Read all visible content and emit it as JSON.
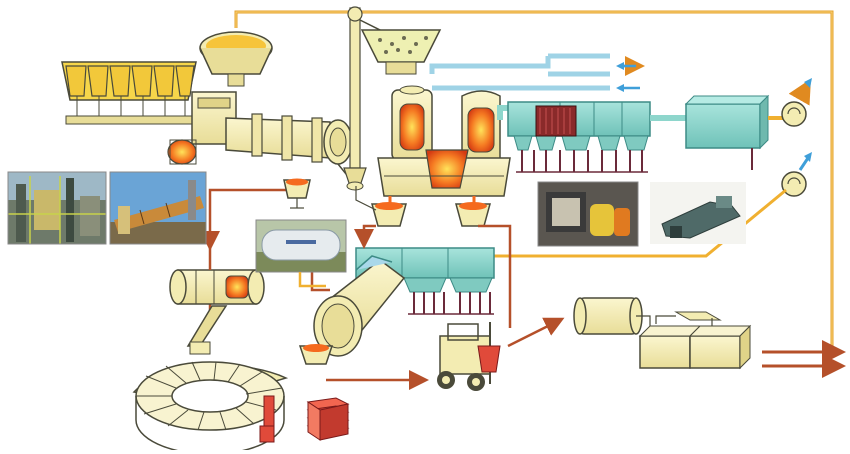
{
  "diagram": {
    "colors": {
      "background": "#ffffff",
      "pipe": "#f0b030",
      "pipe_edge": "#a06a10",
      "return_line": "#b5502a",
      "equipment_cream": "#f3ecb2",
      "equipment_outline": "#4a4a3a",
      "molten": "#f25a1c",
      "molten_glow": "#ffd23a",
      "hopper_yellow": "#f6d64a",
      "filter_teal": "#8ed6cc",
      "filter_edge": "#3d8b86",
      "duct_blue": "#a9d8ea",
      "fan_blue": "#3f9fd9",
      "mold_red": "#e04a3a"
    },
    "icons": [
      "furnace-icon",
      "ladle-icon",
      "hopper-icon",
      "rotary-kiln-icon",
      "baghouse-filter-icon",
      "exhaust-fan-icon",
      "gas-tank-icon",
      "forklift-icon",
      "casting-wheel-icon",
      "settling-tank-icon"
    ],
    "photos": [
      "plant-photo-left",
      "plant-photo-kiln",
      "plant-photo-tank",
      "plant-photo-equipment",
      "plant-photo-machine"
    ]
  }
}
